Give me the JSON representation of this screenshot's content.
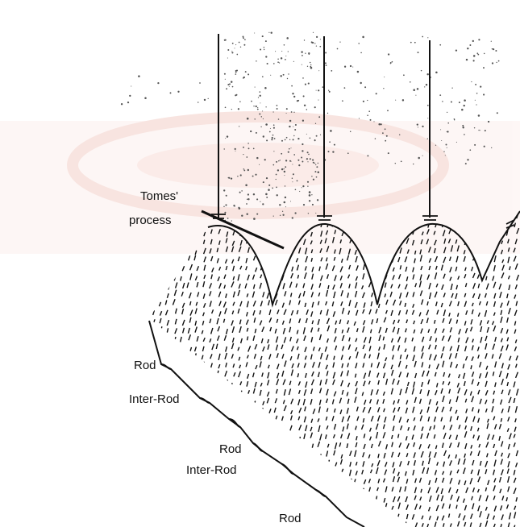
{
  "labels": {
    "tomes_line1": "Tomes'",
    "tomes_line2": "process",
    "rod_1": "Rod",
    "inter_rod_1": "Inter-Rod",
    "rod_2": "Rod",
    "inter_rod_2": "Inter-Rod",
    "rod_3": "Rod"
  },
  "colors": {
    "ink": "#111111",
    "watermark": "#f6d7d2"
  }
}
